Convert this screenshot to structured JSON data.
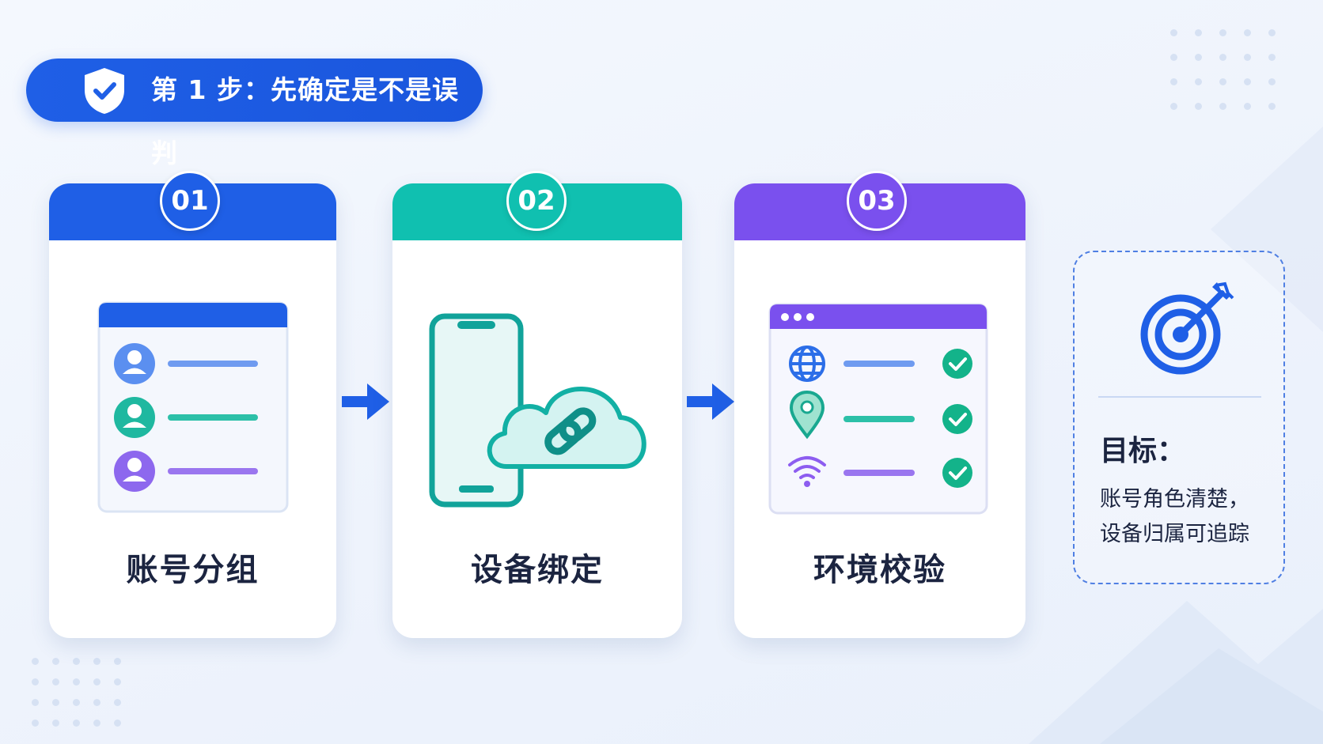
{
  "header": {
    "title": "第 1 步：先确定是不是误判",
    "icon": "shield-check-icon"
  },
  "colors": {
    "blue": "#1f5fe6",
    "teal": "#10c0b0",
    "purple": "#7a50ee",
    "dark_text": "#1b2440"
  },
  "steps": [
    {
      "number": "01",
      "label": "账号分组",
      "icon": "user-list-icon"
    },
    {
      "number": "02",
      "label": "设备绑定",
      "icon": "phone-cloud-link-icon"
    },
    {
      "number": "03",
      "label": "环境校验",
      "icon": "environment-check-icon"
    }
  ],
  "goal": {
    "title": "目标：",
    "line1": "账号角色清楚，",
    "line2": "设备归属可追踪",
    "icon": "target-arrow-icon"
  }
}
